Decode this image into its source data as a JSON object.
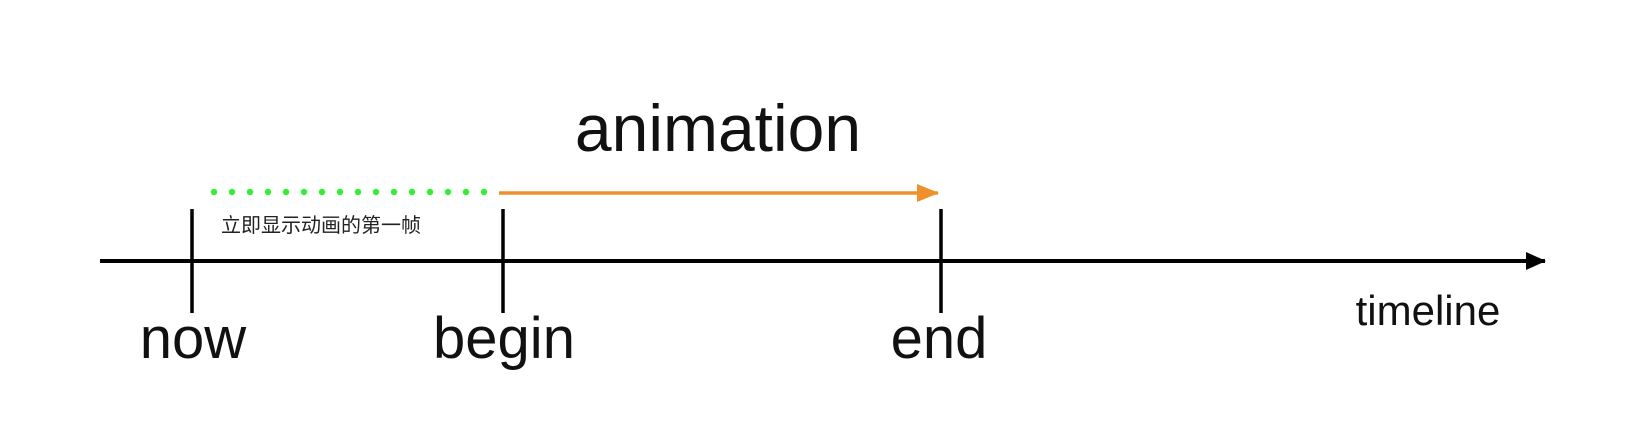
{
  "title": "animation",
  "axis_label": "timeline",
  "markers": {
    "now": "now",
    "begin": "begin",
    "end": "end"
  },
  "delay_note": "立即显示动画的第一帧",
  "colors": {
    "axis": "#000000",
    "delay_dots": "#33ee33",
    "animation_arrow": "#f0902a",
    "text": "#111111"
  }
}
